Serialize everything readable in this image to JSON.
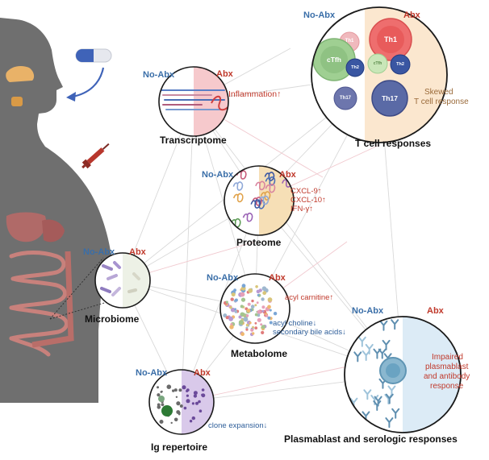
{
  "groups": {
    "noabx": "No-Abx",
    "abx": "Abx"
  },
  "nodes": {
    "transcriptome": {
      "title": "Transcriptome",
      "annotation": "Inflammation↑"
    },
    "proteome": {
      "title": "Proteome",
      "annotations": [
        "CXCL-9↑",
        "CXCL-10↑",
        "IFN-γ↑"
      ]
    },
    "tcell": {
      "title": "T cell responses",
      "annotation_lines": [
        "Skewed",
        "T cell response"
      ],
      "cells": [
        "Th1",
        "cTfh",
        "Th2",
        "Th2",
        "Th17",
        "Th17",
        "Th1",
        "cTfh"
      ]
    },
    "microbiome": {
      "title": "Microbiome"
    },
    "metabolome": {
      "title": "Metabolome",
      "up": "acyl carnitine↑",
      "down": [
        "acyl choline↓",
        "secondary bile acids↓"
      ]
    },
    "plasmablast": {
      "title": "Plasmablast and serologic responses",
      "annotation_lines": [
        "Impaired",
        "plasmablast",
        "and antibody",
        "response"
      ]
    },
    "ig": {
      "title": "Ig repertoire",
      "annotation": "clone expansion↓"
    }
  },
  "colors": {
    "noabx_label": "#3a6ea8",
    "abx_label": "#c0392b",
    "abx_tint": "#f6c9cc",
    "proteome_tint": "#f6dfb6",
    "tcell_tint": "#fbe7cf",
    "ig_tint": "#d9c9ea",
    "plasma_tint": "#dcebf6",
    "silhouette": "#6f6f6f"
  }
}
